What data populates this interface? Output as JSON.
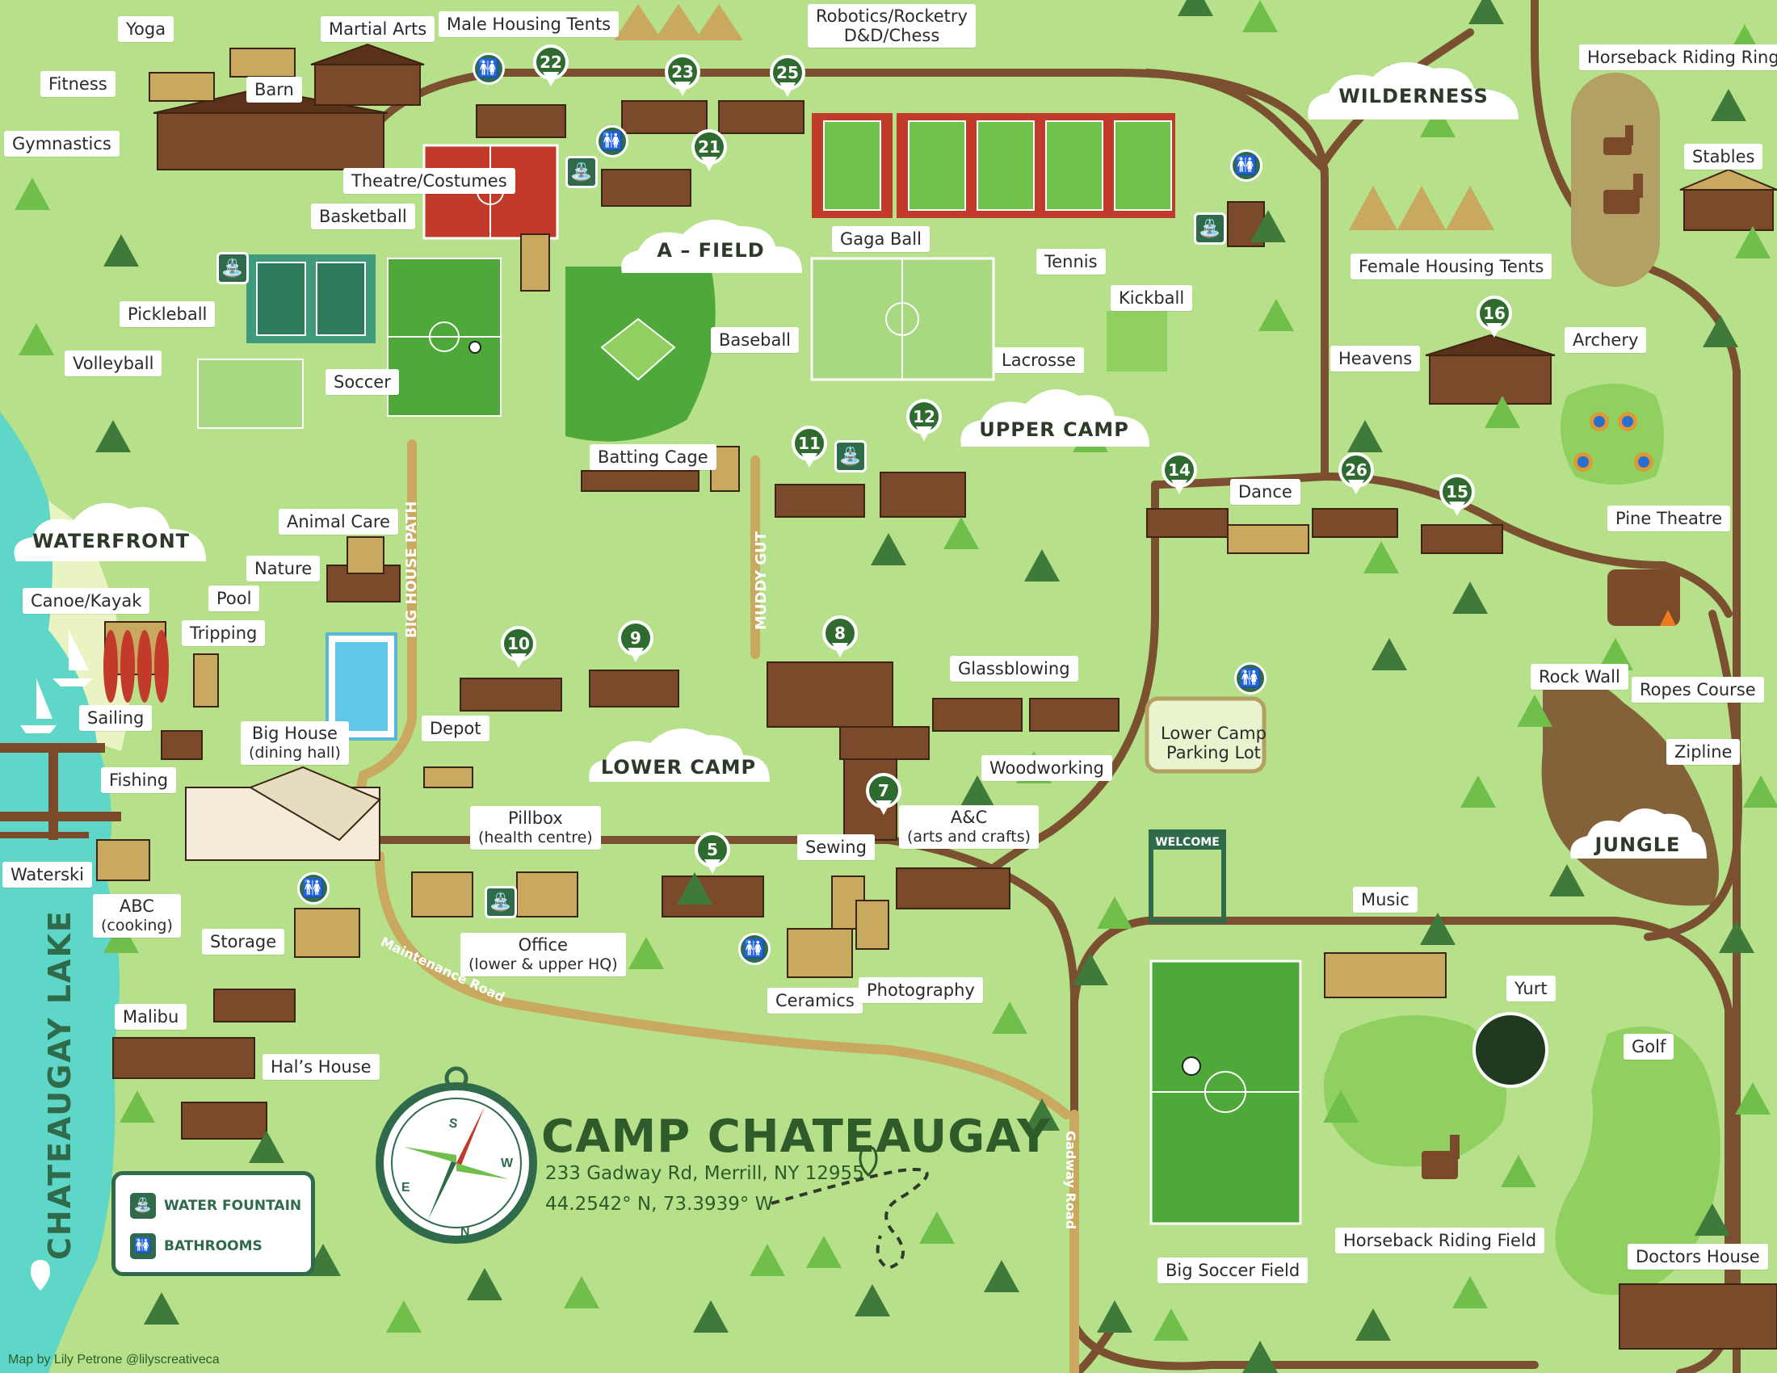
{
  "camp": {
    "name": "CAMP CHATEAUGAY",
    "address": "233 Gadway Rd, Merrill, NY 12955",
    "coordinates": "44.2542° N, 73.3939° W",
    "lake": "CHATEAUGAY LAKE",
    "credit": "Map by Lily Petrone @lilyscreativeca"
  },
  "areas": {
    "waterfront": "WATERFRONT",
    "a_field": "A – FIELD",
    "wilderness": "WILDERNESS",
    "upper_camp": "UPPER CAMP",
    "lower_camp": "LOWER CAMP",
    "jungle": "JUNGLE",
    "welcome": "WELCOME"
  },
  "roads": {
    "big_house_path": "BIG HOUSE PATH",
    "muddy_gut": "MUDDY GUT",
    "maintenance_road": "Maintenance Road",
    "gadway_road": "Gadway Road"
  },
  "labels": {
    "yoga": "Yoga",
    "martial_arts": "Martial Arts",
    "male_housing_tents": "Male Housing Tents",
    "robotics": "Robotics/Rocketry",
    "dnd_chess": "D&D/Chess",
    "fitness": "Fitness",
    "barn": "Barn",
    "gymnastics": "Gymnastics",
    "theatre": "Theatre/Costumes",
    "basketball": "Basketball",
    "gaga_ball": "Gaga Ball",
    "tennis": "Tennis",
    "horseback_ring": "Horseback Riding Ring",
    "stables": "Stables",
    "female_tents": "Female Housing Tents",
    "pickleball": "Pickleball",
    "baseball": "Baseball",
    "kickball": "Kickball",
    "lacrosse": "Lacrosse",
    "volleyball": "Volleyball",
    "soccer": "Soccer",
    "heavens": "Heavens",
    "archery": "Archery",
    "batting_cage": "Batting Cage",
    "animal_care": "Animal Care",
    "dance": "Dance",
    "pine_theatre": "Pine Theatre",
    "nature": "Nature",
    "canoe": "Canoe/Kayak",
    "pool": "Pool",
    "tripping": "Tripping",
    "sailing": "Sailing",
    "big_house": "Big House",
    "big_house_sub": "(dining hall)",
    "depot": "Depot",
    "glassblowing": "Glassblowing",
    "rock_wall": "Rock Wall",
    "ropes_course": "Ropes Course",
    "fishing": "Fishing",
    "lower_camp_parking": "Lower Camp",
    "lower_camp_parking2": "Parking Lot",
    "zipline": "Zipline",
    "woodworking": "Woodworking",
    "pillbox": "Pillbox",
    "pillbox_sub": "(health centre)",
    "ac": "A&C",
    "ac_sub": "(arts and crafts)",
    "sewing": "Sewing",
    "waterski": "Waterski",
    "abc": "ABC",
    "abc_sub": "(cooking)",
    "music": "Music",
    "storage": "Storage",
    "office": "Office",
    "office_sub": "(lower & upper HQ)",
    "ceramics": "Ceramics",
    "photography": "Photography",
    "yurt": "Yurt",
    "malibu": "Malibu",
    "golf": "Golf",
    "hals_house": "Hal’s House",
    "horseback_field": "Horseback Riding Field",
    "doctors_house": "Doctors House",
    "big_soccer": "Big Soccer Field"
  },
  "cabins": [
    "22",
    "23",
    "25",
    "21",
    "16",
    "11",
    "12",
    "14",
    "26",
    "15",
    "10",
    "9",
    "8",
    "7",
    "5"
  ],
  "legend": {
    "water_fountain": "WATER FOUNTAIN",
    "bathrooms": "BATHROOMS"
  },
  "compass": {
    "n": "N",
    "s": "S",
    "e": "E",
    "w": "W"
  },
  "colors": {
    "grass": "#b7e08a",
    "road": "#7a5030",
    "building": "#7a4a2a",
    "lake": "#5fd7c8",
    "tree_dark": "#3f7a3a",
    "tree_light": "#6fbf4a",
    "field": "#6fc24a",
    "court": "#c23a2a"
  },
  "icons": [
    "water-fountain-icon",
    "bathrooms-icon",
    "location-pin-icon",
    "compass-icon",
    "horse-icon",
    "target-icon",
    "campfire-icon"
  ]
}
